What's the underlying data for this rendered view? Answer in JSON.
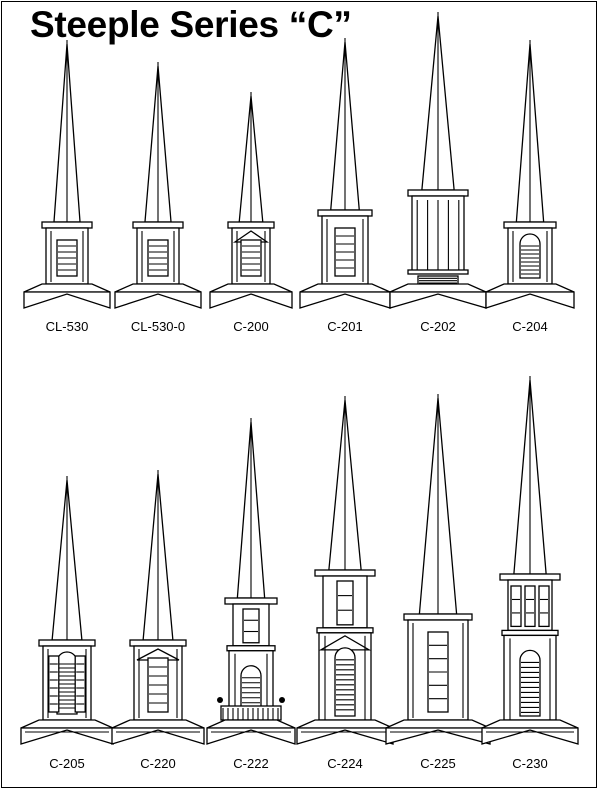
{
  "title": "Steeple Series “C”",
  "steeples": [
    {
      "model": "CL-530"
    },
    {
      "model": "CL-530-0"
    },
    {
      "model": "C-200"
    },
    {
      "model": "C-201"
    },
    {
      "model": "C-202"
    },
    {
      "model": "C-204"
    },
    {
      "model": "C-205"
    },
    {
      "model": "C-220"
    },
    {
      "model": "C-222"
    },
    {
      "model": "C-224"
    },
    {
      "model": "C-225"
    },
    {
      "model": "C-230"
    }
  ]
}
